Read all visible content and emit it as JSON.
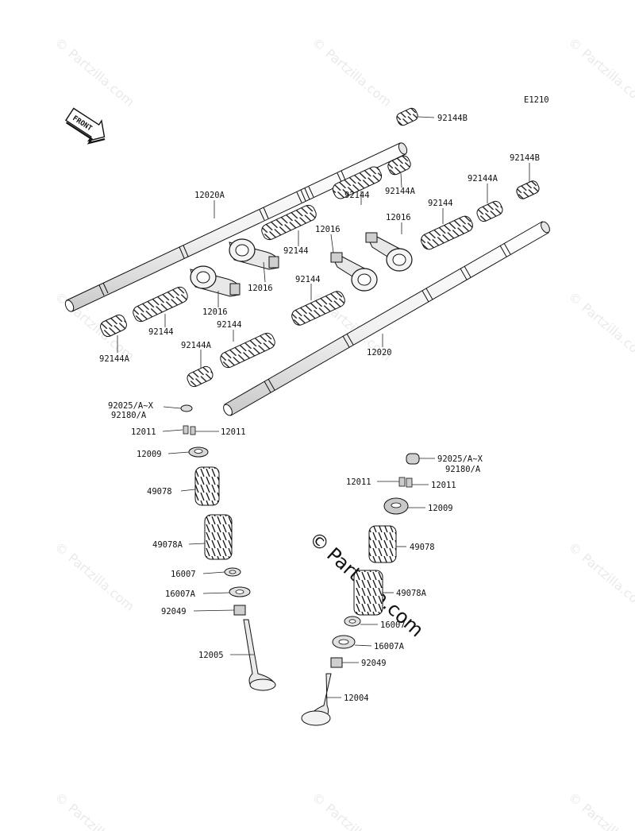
{
  "diagram_code": "E1210",
  "front_label": "FRONT",
  "watermark": {
    "symbol": "©",
    "text": "Partzilla.com"
  },
  "parts": [
    {
      "id": "p1",
      "label": "92144B"
    },
    {
      "id": "p2",
      "label": "92144B"
    },
    {
      "id": "p3",
      "label": "12020A"
    },
    {
      "id": "p4",
      "label": "92144A"
    },
    {
      "id": "p5",
      "label": "92144A"
    },
    {
      "id": "p6",
      "label": "92144"
    },
    {
      "id": "p7",
      "label": "92144"
    },
    {
      "id": "p8",
      "label": "12016"
    },
    {
      "id": "p9",
      "label": "12016"
    },
    {
      "id": "p10",
      "label": "92144"
    },
    {
      "id": "p11",
      "label": "12016"
    },
    {
      "id": "p12",
      "label": "12016"
    },
    {
      "id": "p13",
      "label": "92144"
    },
    {
      "id": "p14",
      "label": "92144"
    },
    {
      "id": "p15",
      "label": "92144"
    },
    {
      "id": "p16",
      "label": "92144A"
    },
    {
      "id": "p17",
      "label": "12020"
    },
    {
      "id": "p18",
      "label": "92144A"
    },
    {
      "id": "p19",
      "label": "92025/A~X"
    },
    {
      "id": "p20",
      "label": "92180/A"
    },
    {
      "id": "p21",
      "label": "12011"
    },
    {
      "id": "p22",
      "label": "12011"
    },
    {
      "id": "p23",
      "label": "12009"
    },
    {
      "id": "p24",
      "label": "49078"
    },
    {
      "id": "p25",
      "label": "49078A"
    },
    {
      "id": "p26",
      "label": "16007"
    },
    {
      "id": "p27",
      "label": "16007A"
    },
    {
      "id": "p28",
      "label": "92049"
    },
    {
      "id": "p29",
      "label": "12005"
    },
    {
      "id": "p30",
      "label": "92025/A~X"
    },
    {
      "id": "p31",
      "label": "92180/A"
    },
    {
      "id": "p32",
      "label": "12011"
    },
    {
      "id": "p33",
      "label": "12011"
    },
    {
      "id": "p34",
      "label": "12009"
    },
    {
      "id": "p35",
      "label": "49078"
    },
    {
      "id": "p36",
      "label": "49078A"
    },
    {
      "id": "p37",
      "label": "16007"
    },
    {
      "id": "p38",
      "label": "16007A"
    },
    {
      "id": "p39",
      "label": "92049"
    },
    {
      "id": "p40",
      "label": "12004"
    }
  ]
}
